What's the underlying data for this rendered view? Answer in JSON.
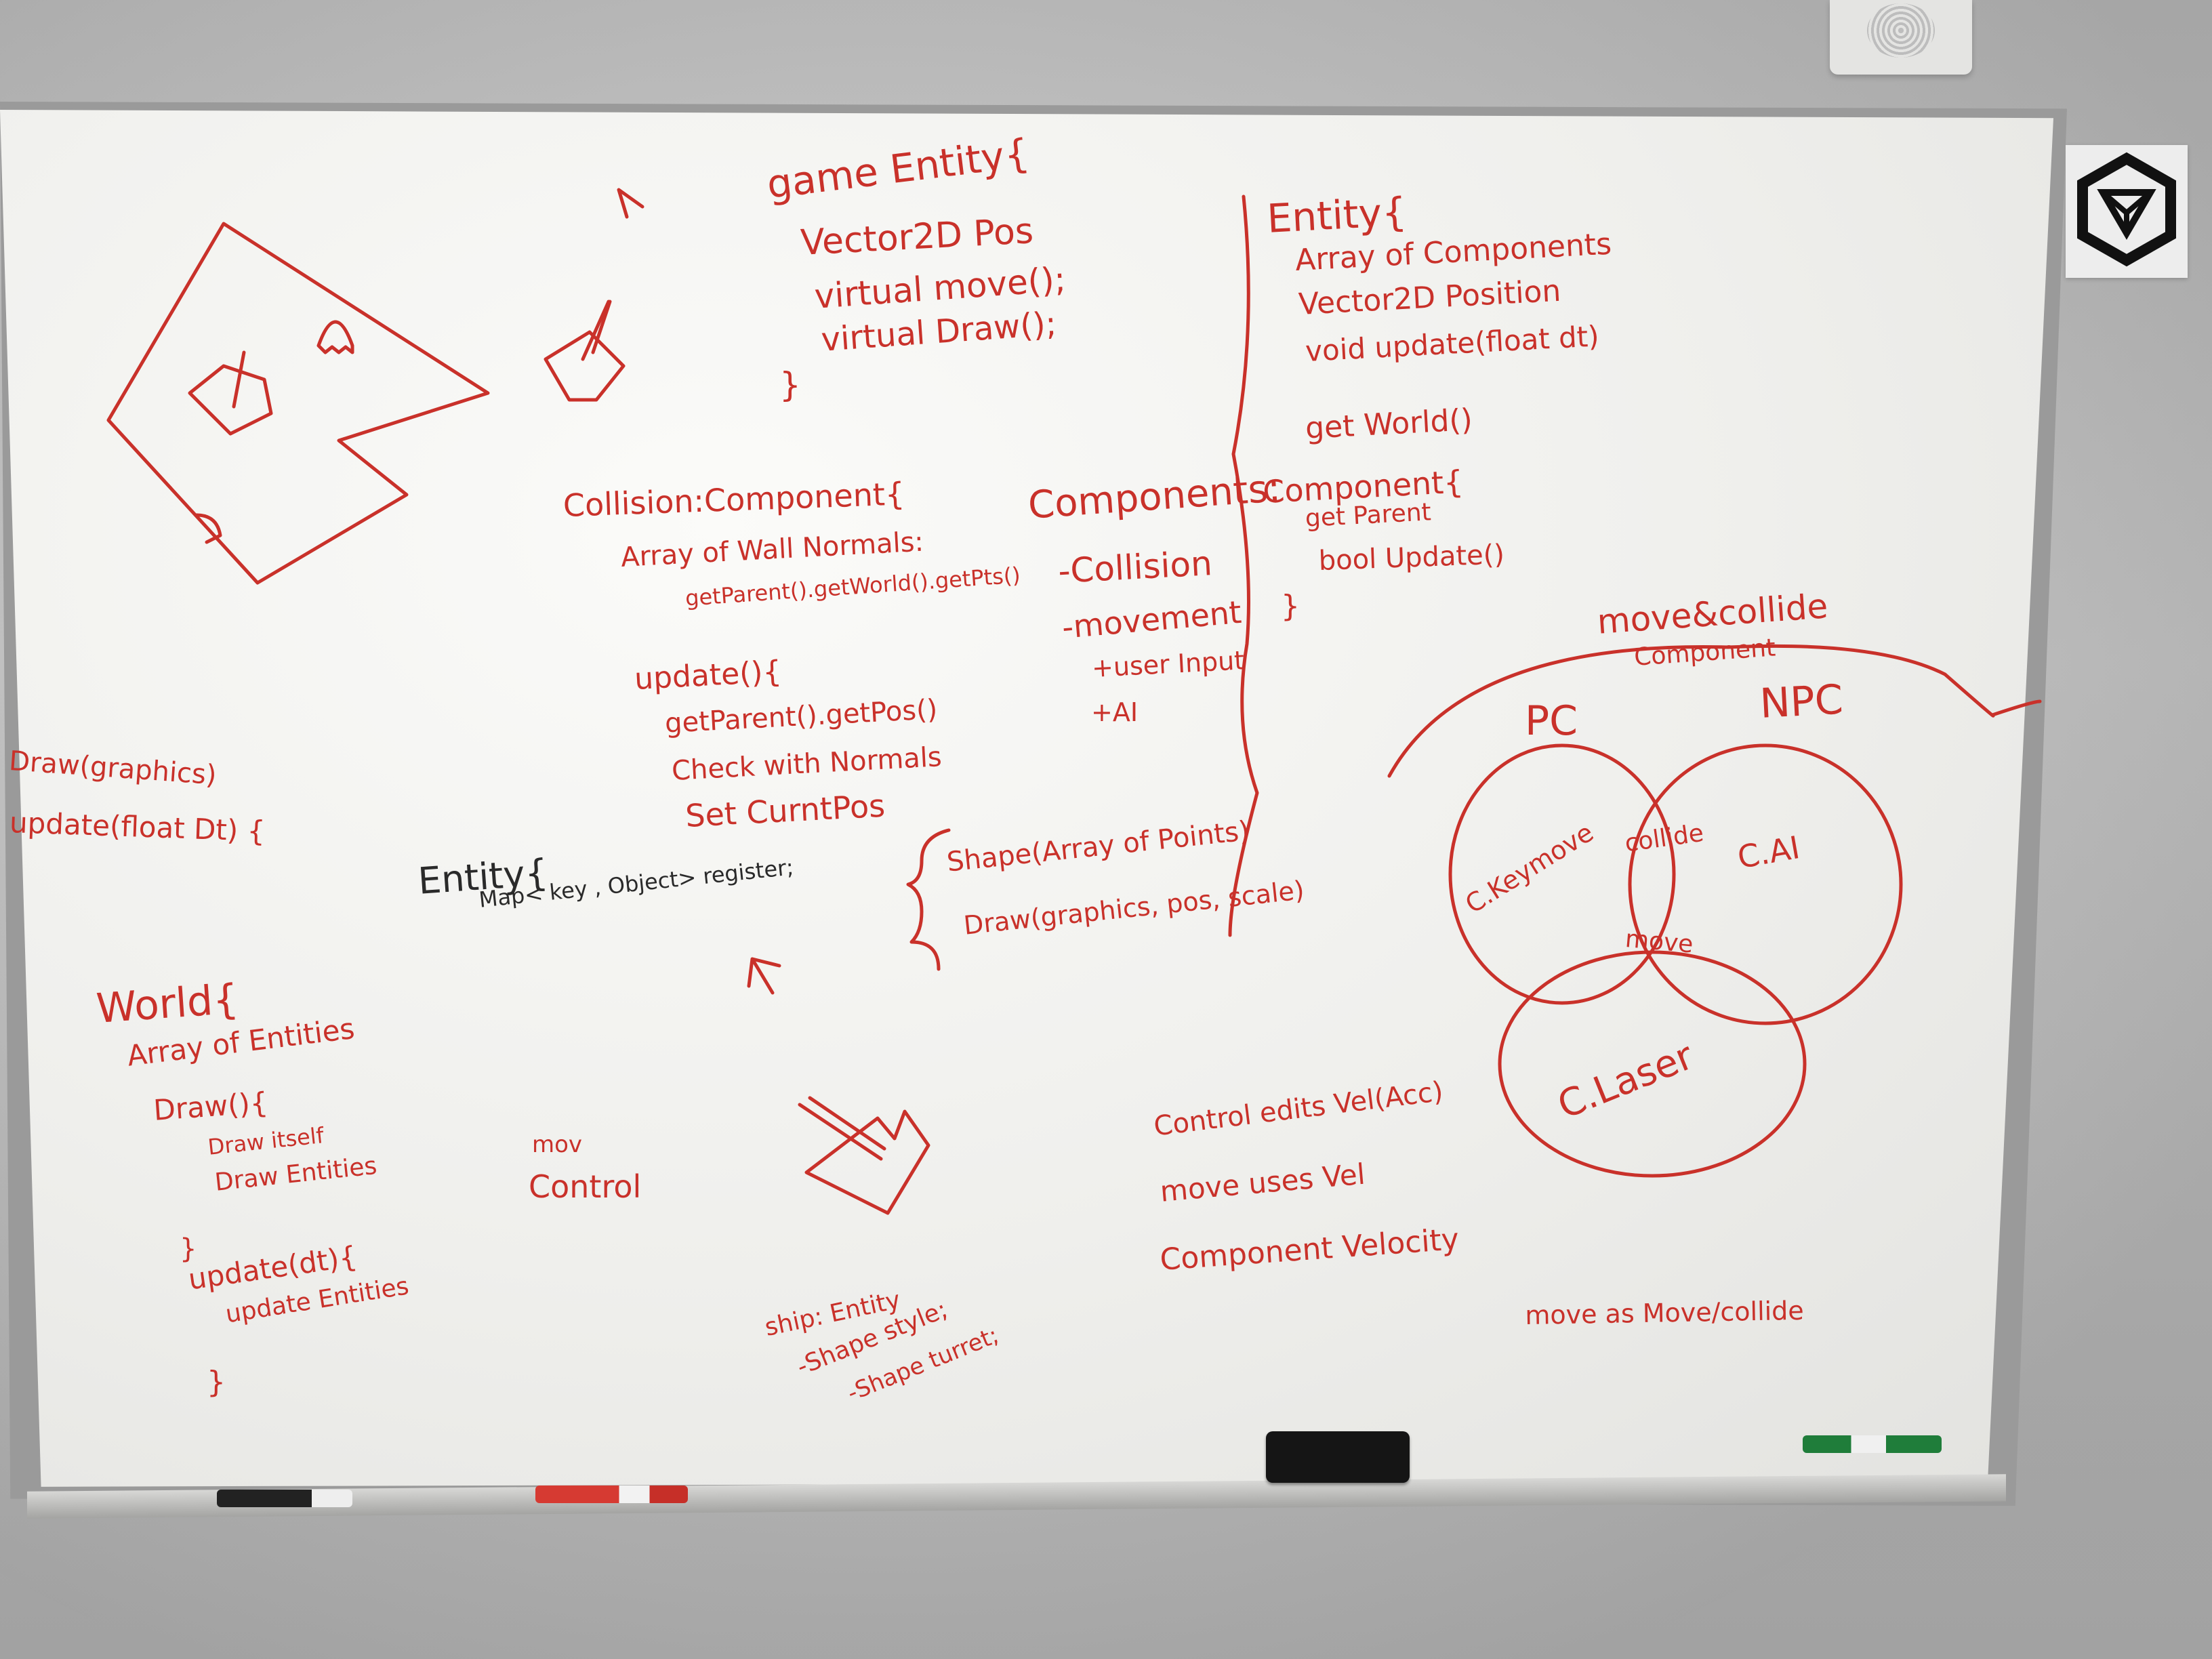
{
  "colors": {
    "ink_red": "#c9312a",
    "ink_black": "#2a2a2a",
    "board": "#f4f4f2",
    "wall": "#c4c4c4"
  },
  "objects": {
    "speaker": "ceiling-speaker",
    "badge_icon": "ingress-logo-icon",
    "eraser": "whiteboard-eraser",
    "markers": [
      "black-marker",
      "red-marker",
      "green-marker"
    ]
  },
  "board": {
    "game_entity": {
      "header": "game Entity{",
      "lines": [
        "Vector2D Pos",
        "virtual move();",
        "virtual Draw();"
      ],
      "close": "}"
    },
    "entity_top": {
      "header": "Entity{",
      "lines": [
        "Array of Components",
        "Vector2D Position",
        "void update(float dt)"
      ],
      "get_world": "get World()"
    },
    "component_def": {
      "header": "Component{",
      "lines": [
        "get Parent",
        "bool Update()"
      ],
      "close": "}"
    },
    "collision_component": {
      "header": "Collision:Component{",
      "lines": [
        "Array of Wall Normals:",
        "getParent().getWorld().getPts()"
      ],
      "update_header": "update(){",
      "update_lines": [
        "getParent().getPos()",
        "Check with Normals",
        "Set CurntPos"
      ]
    },
    "components_list": {
      "header": "Components:",
      "items": [
        "-Collision",
        "-movement",
        "+user Input",
        "+AI"
      ]
    },
    "draw_update": {
      "lines": [
        "Draw(graphics)",
        "update(float Dt) {"
      ]
    },
    "entity_map": {
      "header": "Entity{",
      "line": "Map< key , Object> register;"
    },
    "shape_notes": {
      "lines": [
        "Shape(Array of Points)",
        "Draw(graphics, pos, scale)"
      ]
    },
    "world": {
      "header": "World{",
      "lines": [
        "Array of Entities",
        "Draw(){",
        "Draw itself",
        "Draw Entities",
        "}",
        "update(dt){",
        "update Entities",
        "}"
      ]
    },
    "mov_control": {
      "lines": [
        "mov",
        "Control"
      ]
    },
    "ship": {
      "lines": [
        "ship: Entity",
        "-Shape style;",
        "-Shape turret;"
      ]
    },
    "velocity_notes": {
      "lines": [
        "Control edits Vel(Acc)",
        "move uses Vel",
        "Component Velocity"
      ]
    },
    "venn": {
      "title": "move&collide",
      "subtitle": "Component",
      "labels": [
        "PC",
        "NPC"
      ],
      "regions": [
        "C.Keymove",
        "collide",
        "C.AI",
        "move",
        "C.Laser"
      ]
    },
    "footer_note": "move as Move/collide"
  }
}
